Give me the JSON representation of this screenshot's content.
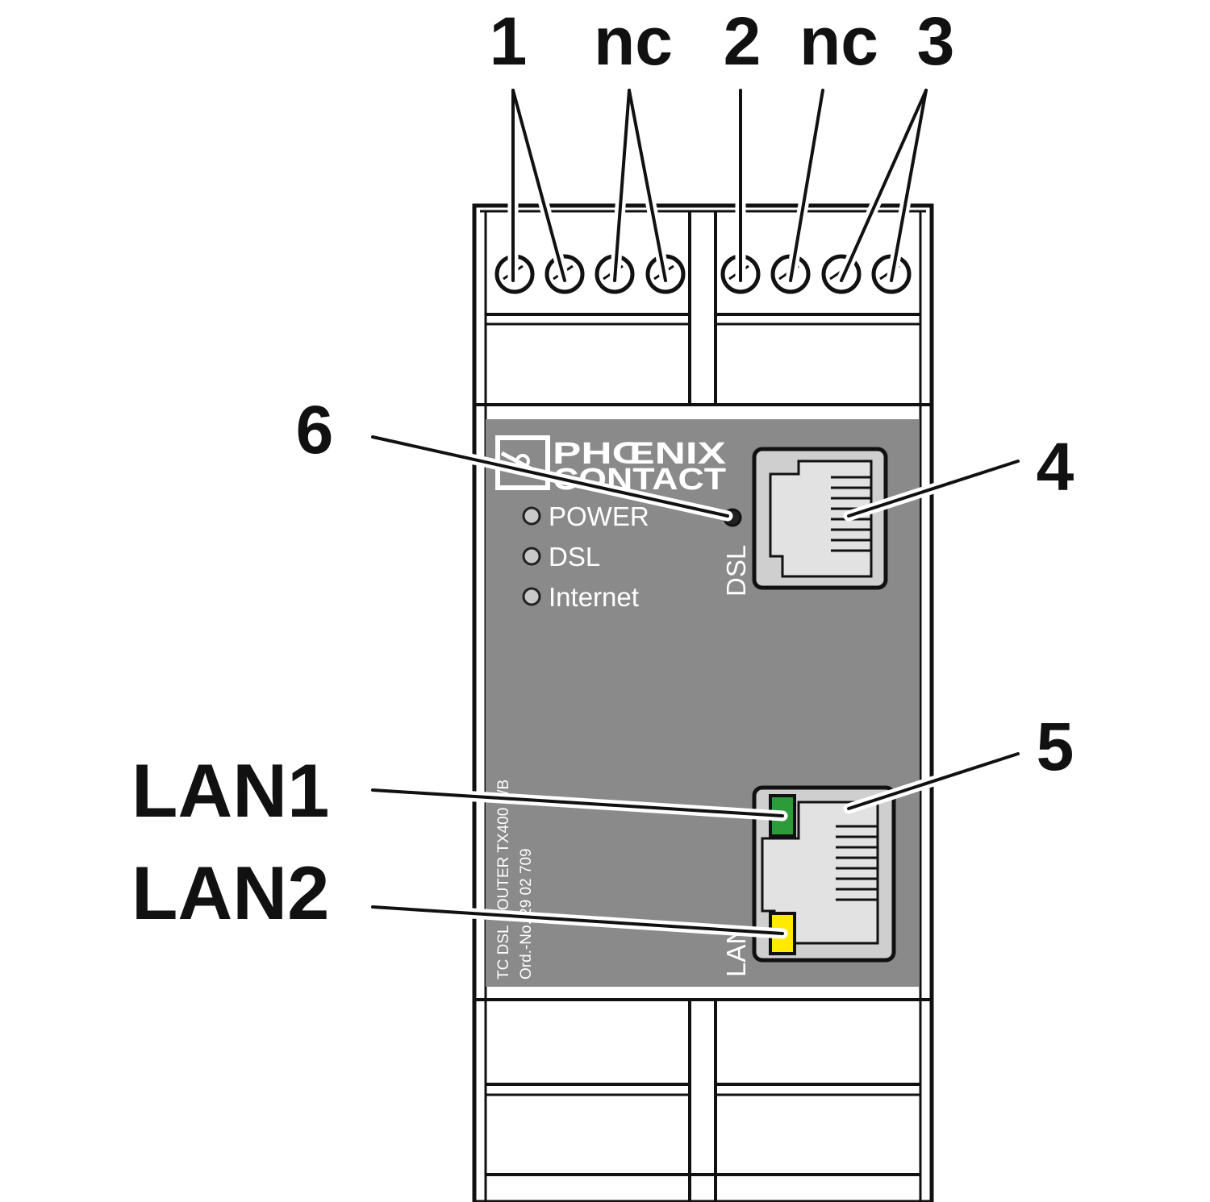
{
  "callouts": {
    "t1": "1",
    "nc1": "nc",
    "t2": "2",
    "nc2": "nc",
    "t3": "3",
    "c4": "4",
    "c5": "5",
    "c6": "6",
    "lan1": "LAN1",
    "lan2": "LAN2"
  },
  "device": {
    "logo_line1": "PHŒNIX",
    "logo_line2": "CONTACT",
    "led_labels": [
      "POWER",
      "DSL",
      "Internet"
    ],
    "dsl_port_label": "DSL",
    "lan_port_label": "LAN",
    "product_line1": "TC DSL ROUTER TX400 A/B",
    "product_line2": "Ord.-No. 29 02 709"
  },
  "colors": {
    "panel": "#8a8a8a",
    "port": "#d9d9d9",
    "lan1_led": "#2e9b3a",
    "lan2_led": "#ffea00",
    "outline": "#111111"
  }
}
